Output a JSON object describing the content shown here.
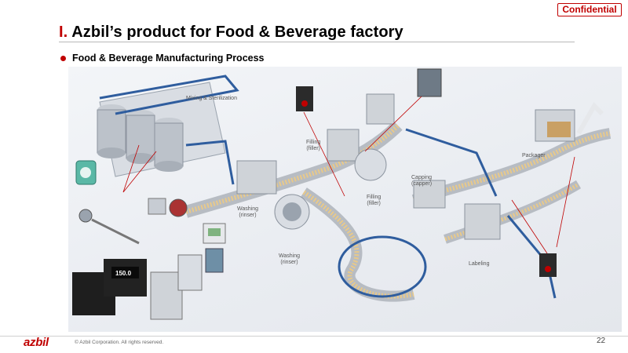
{
  "header": {
    "confidential": "Confidential",
    "title_number": "I.",
    "title_text": "Azbil’s product for Food & Beverage factory",
    "bullet": "Food & Beverage Manufacturing Process"
  },
  "diagram": {
    "labels": {
      "mixing": "Mixing & Sterilization",
      "filling1_a": "Filling",
      "filling1_b": "(filler)",
      "filling2_a": "Filling",
      "filling2_b": "(filler)",
      "capping_a": "Capping",
      "capping_b": "(capper)",
      "washing1_a": "Washing",
      "washing1_b": "(rinser)",
      "washing2_a": "Washing",
      "washing2_b": "(rinser)",
      "packager": "Packager",
      "labeling": "Labeling"
    },
    "devices": {
      "controller_display": "150.0"
    },
    "colors": {
      "accent": "#c00000",
      "conveyor_blue": "#2f5d9e",
      "machine_gray": "#cfd3d8",
      "bottle": "#e8c98a"
    }
  },
  "footer": {
    "logo": "azbil",
    "copyright": "© Azbil Corporation. All rights reserved.",
    "page": "22"
  }
}
